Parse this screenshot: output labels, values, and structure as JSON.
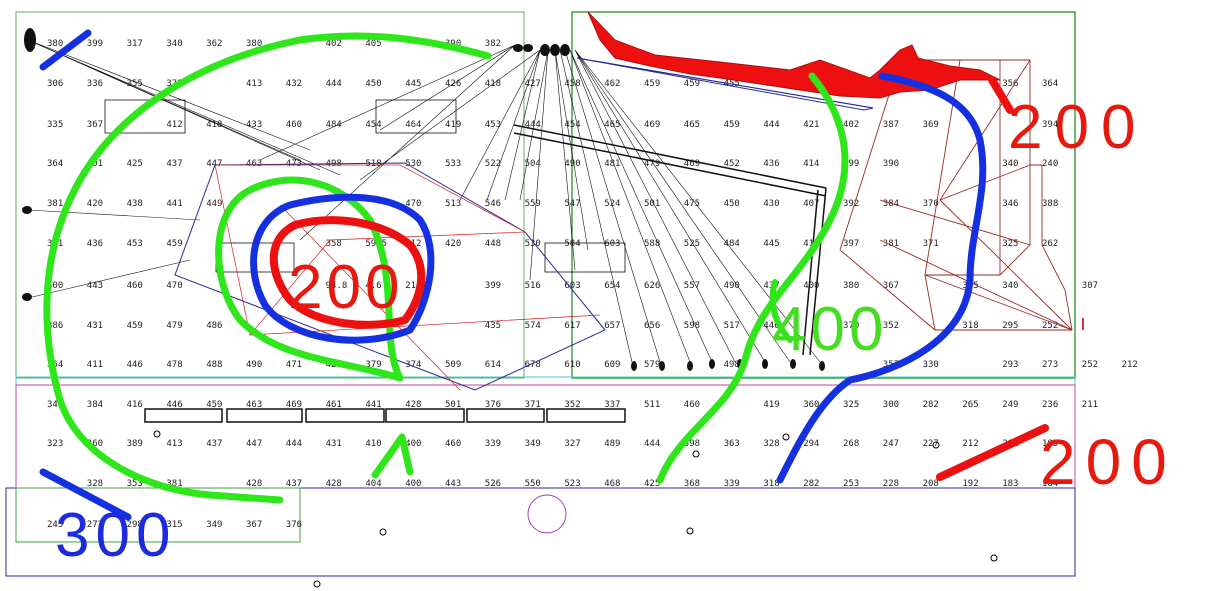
{
  "grid": {
    "rows": [
      [
        "380",
        "399",
        "317",
        "340",
        "362",
        "380",
        "",
        "402",
        "405",
        "",
        "390",
        "382",
        "",
        "",
        "",
        "",
        "",
        "",
        "",
        "",
        "",
        "",
        "",
        "",
        "",
        "",
        ""
      ],
      [
        "306",
        "336",
        "355",
        "379",
        "",
        "413",
        "432",
        "444",
        "450",
        "445",
        "426",
        "418",
        "427",
        "458",
        "462",
        "459",
        "459",
        "455",
        "453",
        "",
        "391",
        "",
        "373",
        "",
        "356",
        "364"
      ],
      [
        "335",
        "367",
        "",
        "412",
        "418",
        "433",
        "460",
        "484",
        "454",
        "464",
        "419",
        "453",
        "444",
        "454",
        "465",
        "469",
        "465",
        "459",
        "444",
        "421",
        "402",
        "387",
        "369",
        "",
        "",
        "394"
      ],
      [
        "364",
        "401",
        "425",
        "437",
        "447",
        "463",
        "473",
        "498",
        "518",
        "530",
        "533",
        "522",
        "504",
        "490",
        "481",
        "479",
        "469",
        "452",
        "436",
        "414",
        "399",
        "390",
        "",
        "",
        "340",
        "240"
      ],
      [
        "381",
        "420",
        "438",
        "441",
        "449",
        "",
        "",
        "",
        "",
        "470",
        "513",
        "546",
        "559",
        "547",
        "524",
        "501",
        "475",
        "450",
        "430",
        "407",
        "392",
        "384",
        "370",
        "",
        "346",
        "388"
      ],
      [
        "391",
        "436",
        "453",
        "459",
        "",
        "",
        "",
        "358",
        "59.5",
        "112",
        "420",
        "448",
        "530",
        "584",
        "603",
        "588",
        "525",
        "484",
        "445",
        "416",
        "397",
        "381",
        "371",
        "",
        "325",
        "262"
      ],
      [
        "300",
        "443",
        "460",
        "470",
        "",
        "",
        "",
        "94.8",
        "4.6",
        "21.7",
        "",
        "399",
        "516",
        "603",
        "654",
        "626",
        "557",
        "490",
        "437",
        "400",
        "380",
        "367",
        "",
        "355",
        "340",
        "",
        "307"
      ],
      [
        "386",
        "431",
        "459",
        "479",
        "486",
        "",
        "",
        "",
        "",
        "",
        "",
        "435",
        "574",
        "617",
        "657",
        "656",
        "598",
        "517",
        "446",
        "",
        "370",
        "352",
        "",
        "318",
        "295",
        "252"
      ],
      [
        "364",
        "411",
        "446",
        "478",
        "488",
        "490",
        "471",
        "427",
        "379",
        "374",
        "509",
        "614",
        "678",
        "610",
        "609",
        "579",
        "",
        "498",
        "",
        "",
        "",
        "357",
        "330",
        "",
        "293",
        "273",
        "252",
        "212"
      ],
      [
        "341",
        "384",
        "416",
        "446",
        "459",
        "463",
        "469",
        "461",
        "441",
        "428",
        "501",
        "376",
        "371",
        "352",
        "337",
        "511",
        "460",
        "",
        "419",
        "360",
        "325",
        "300",
        "282",
        "265",
        "249",
        "236",
        "211"
      ],
      [
        "323",
        "360",
        "389",
        "413",
        "437",
        "447",
        "444",
        "431",
        "410",
        "400",
        "460",
        "339",
        "349",
        "327",
        "489",
        "444",
        "398",
        "363",
        "328",
        "294",
        "268",
        "247",
        "227",
        "212",
        "202",
        "185"
      ],
      [
        "",
        "328",
        "353",
        "381",
        "",
        "428",
        "437",
        "428",
        "404",
        "400",
        "443",
        "526",
        "550",
        "523",
        "468",
        "425",
        "368",
        "339",
        "318",
        "282",
        "253",
        "228",
        "208",
        "192",
        "183",
        "184"
      ],
      [
        "245",
        "272",
        "298",
        "315",
        "349",
        "367",
        "376"
      ]
    ]
  },
  "contour_labels": [
    {
      "text": "200",
      "color": "#e8180f"
    },
    {
      "text": "200",
      "color": "#e8180f"
    },
    {
      "text": "200",
      "color": "#e8180f"
    },
    {
      "text": "400",
      "color": "#44dd22"
    },
    {
      "text": "300",
      "color": "#1b2bdd"
    }
  ],
  "colors": {
    "green": "#2ee61a",
    "blue": "#1430e0",
    "red": "#ee1010",
    "darkred": "#9a2a22",
    "navy": "#2a2a9a",
    "cyan": "#40c8d8",
    "magenta": "#c040a0",
    "purple": "#a040c0"
  }
}
